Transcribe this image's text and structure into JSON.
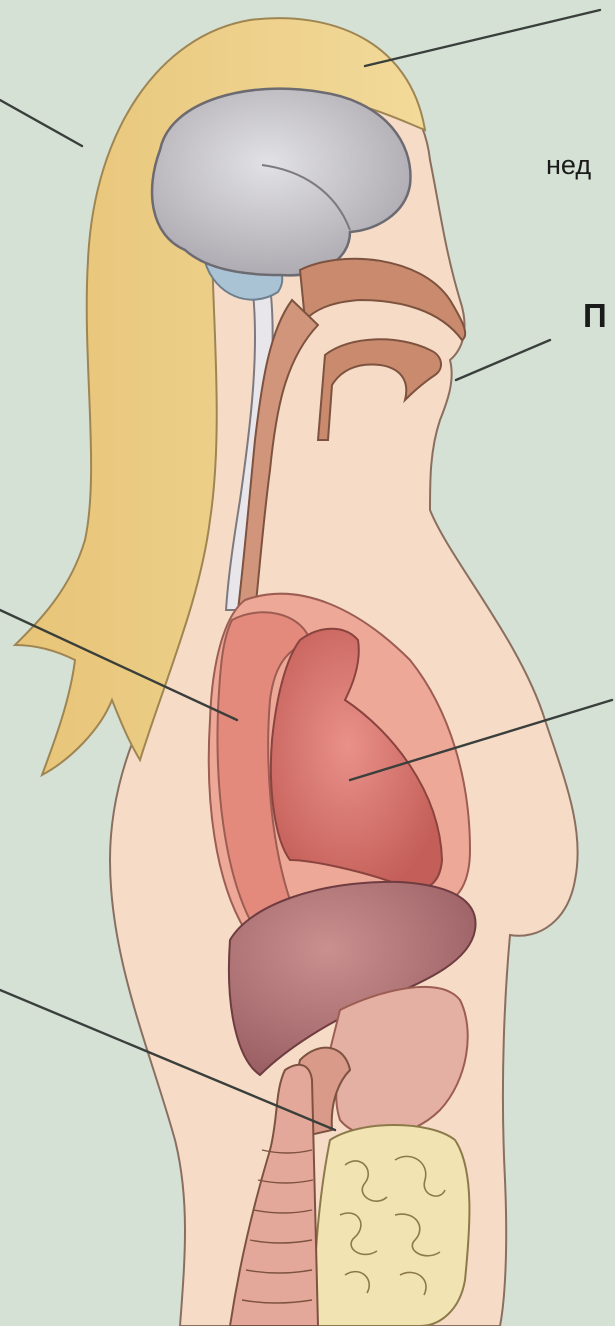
{
  "labels": {
    "partial_top": "нед",
    "partial_mid": "П"
  },
  "colors": {
    "background": "#d5e1d5",
    "skin": "#f6dcc7",
    "hair": "#eccd82",
    "brain": "#c9c8cc",
    "airway": "#c98a6e",
    "heart": "#d9776d",
    "liver": "#b07272",
    "intestine": "#f1e3b2",
    "leader_line": "#3a3f3c"
  },
  "leader_lines": [
    {
      "id": "hair-line"
    },
    {
      "id": "left-upper-line"
    },
    {
      "id": "nose-line"
    },
    {
      "id": "left-mid-line"
    },
    {
      "id": "heart-line"
    },
    {
      "id": "left-lower-line"
    }
  ]
}
